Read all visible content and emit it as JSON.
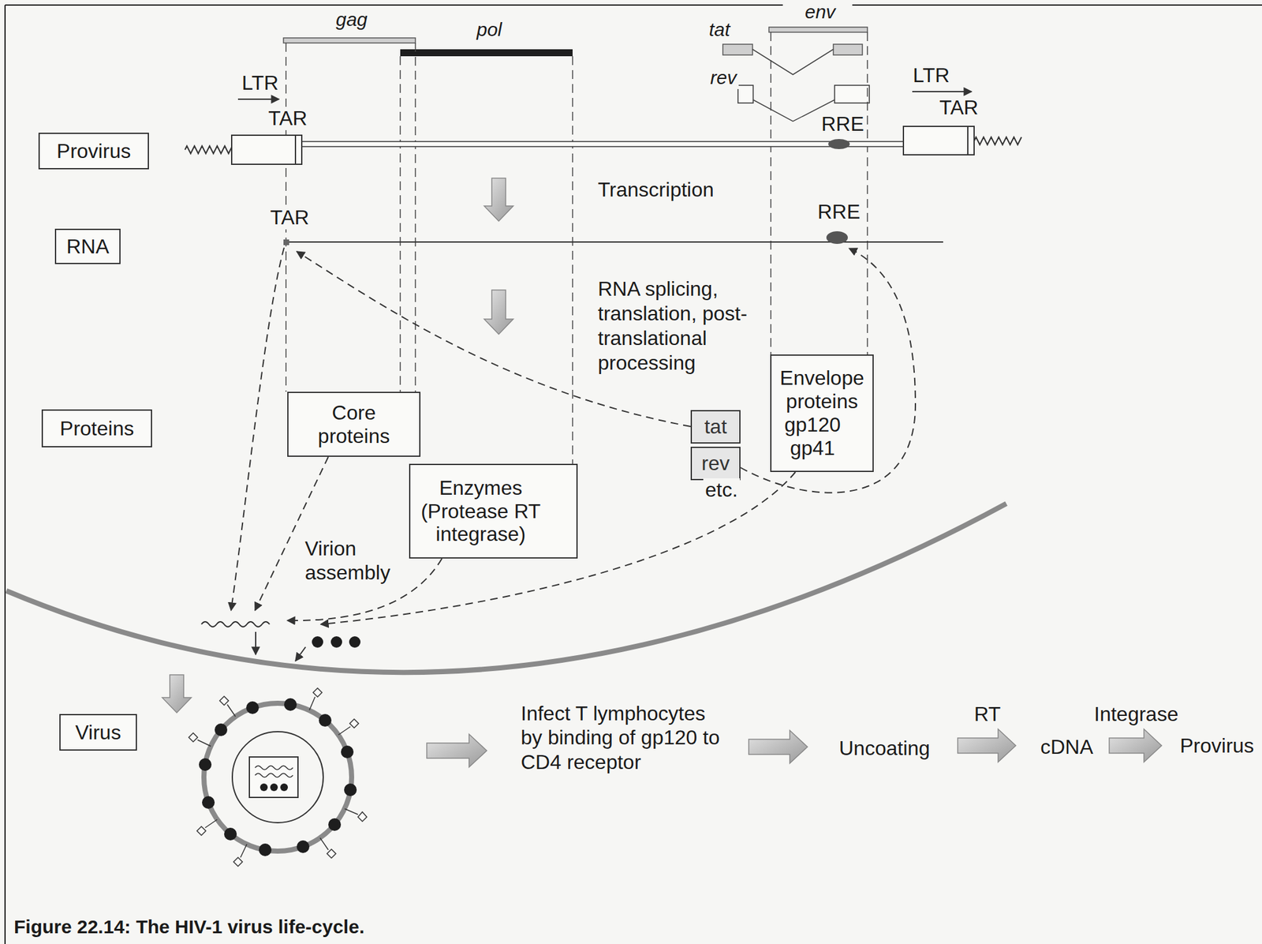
{
  "diagram": {
    "caption": "Figure 22.14: The HIV-1 virus life-cycle.",
    "nodes": [
      {
        "text": [
          "Provirus"
        ]
      },
      {
        "text": [
          "RNA"
        ]
      },
      {
        "text": [
          "Proteins"
        ]
      },
      {
        "text": [
          "Core proteins"
        ]
      },
      {
        "text": [
          "Enzymes (Protease RT integrase)"
        ]
      },
      {
        "text": [
          "tat"
        ]
      },
      {
        "text": [
          "rev"
        ]
      },
      {
        "text": [
          "Envelope proteins",
          "gp120",
          "gp41"
        ]
      },
      {
        "text": [
          "Virus"
        ]
      }
    ],
    "labels": [
      "gag",
      "pol",
      "env",
      "tat",
      "rev",
      "LTR",
      "TAR",
      "LTR",
      "TAR",
      "RRE",
      "Transcription",
      "TAR",
      "RRE",
      "RNA splicing, translation, post-translational processing",
      "etc.",
      "Virion assembly",
      "Infect T lymphocytes by binding of gp120 to CD4 receptor",
      "Uncoating",
      "RT",
      "cDNA",
      "Integrase",
      "Provirus"
    ]
  }
}
